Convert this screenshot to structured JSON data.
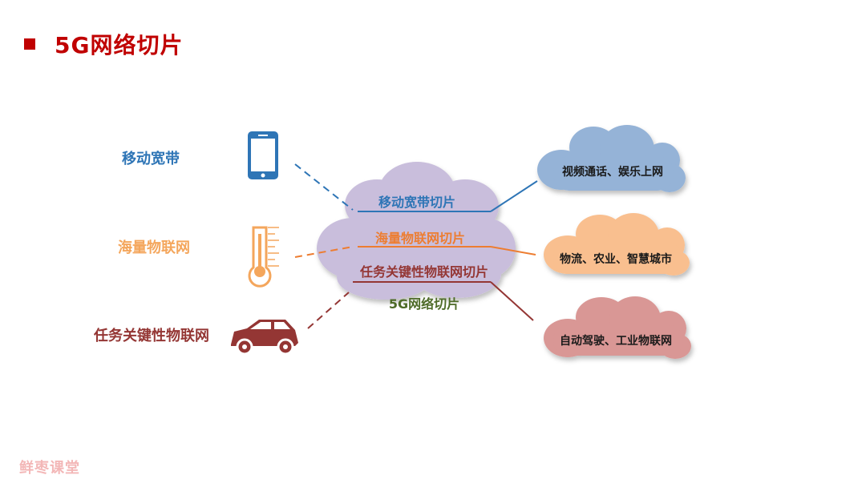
{
  "title": "5G网络切片",
  "left_labels": {
    "broadband": "移动宽带",
    "iot": "海量物联网",
    "critical": "任务关键性物联网"
  },
  "center_cloud": {
    "slice_broadband": "移动宽带切片",
    "slice_iot": "海量物联网切片",
    "slice_critical": "任务关键性物联网切片",
    "caption": "5G网络切片"
  },
  "right_clouds": {
    "broadband_apps": "视频通话、娱乐上网",
    "iot_apps": "物流、农业、智慧城市",
    "critical_apps": "自动驾驶、工业物联网"
  },
  "watermark": "鲜枣课堂",
  "colors": {
    "title": "#c00000",
    "broadband": "#2e75b6",
    "iot": "#ed7d31",
    "critical": "#943634",
    "caption": "#4e6b28",
    "center_cloud": "#c9bedc",
    "cloud_blue": "#95b3d7",
    "cloud_orange": "#f9bf8f",
    "cloud_red": "#d99795"
  },
  "icons": {
    "broadband": "smartphone-icon",
    "iot": "thermometer-icon",
    "critical": "car-icon"
  }
}
